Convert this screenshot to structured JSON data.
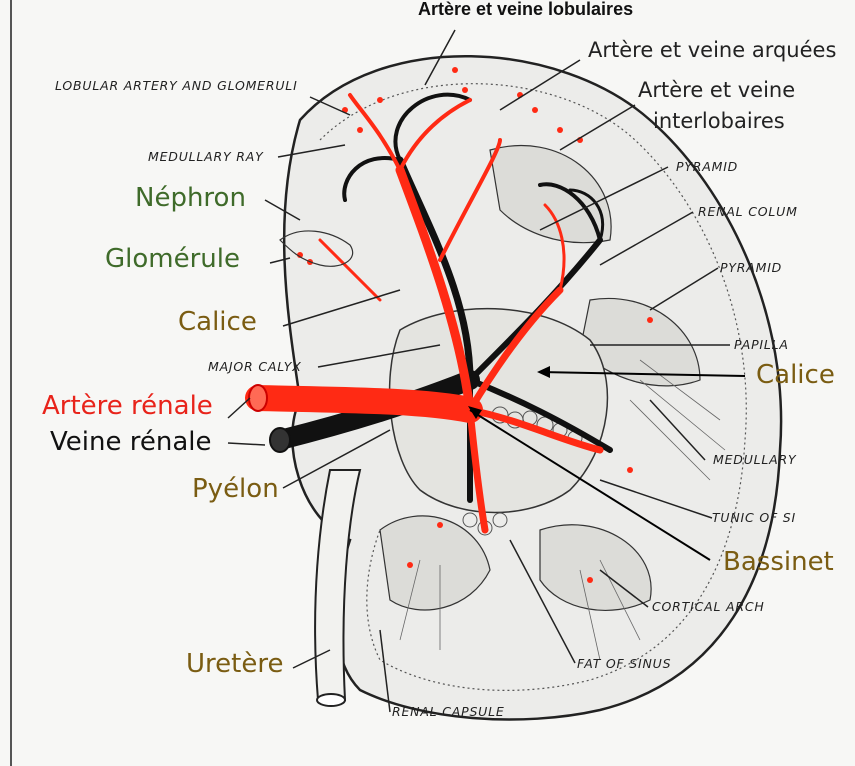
{
  "title": "Artère et veine lobulaires",
  "labels_fr": {
    "arcuate": "Artère et veine arquées",
    "interlobar_1": "Artère et veine",
    "interlobar_2": "interlobaires",
    "nephron": "Néphron",
    "glomerule": "Glomérule",
    "calice_left": "Calice",
    "calice_right": "Calice",
    "renal_artery": "Artère rénale",
    "renal_vein": "Veine rénale",
    "pyelon": "Pyélon",
    "bassinet": "Bassinet",
    "uretere": "Uretère"
  },
  "labels_en": {
    "lobular_artery": "LOBULAR ARTERY AND GLOMERULI",
    "medullary_ray": "MEDULLARY RAY",
    "pyramid_1": "PYRAMID",
    "renal_column": "RENAL COLUM",
    "pyramid_2": "PYRAMID",
    "papilla": "PAPILLA",
    "major_calyx": "MAJOR CALYX",
    "medullary": "MEDULLARY",
    "tunic": "TUNIC OF SI",
    "cortical_arch": "CORTICAL ARCH",
    "fat_of_sinus": "FAT OF SINUS",
    "renal_capsule": "RENAL CAPSULE"
  },
  "colors": {
    "artery": "#ff2a14",
    "vein": "#111111",
    "french_green": "#3f6b2a",
    "french_olive": "#7a5c12",
    "french_red": "#e8231a",
    "background": "#f7f7f5"
  }
}
